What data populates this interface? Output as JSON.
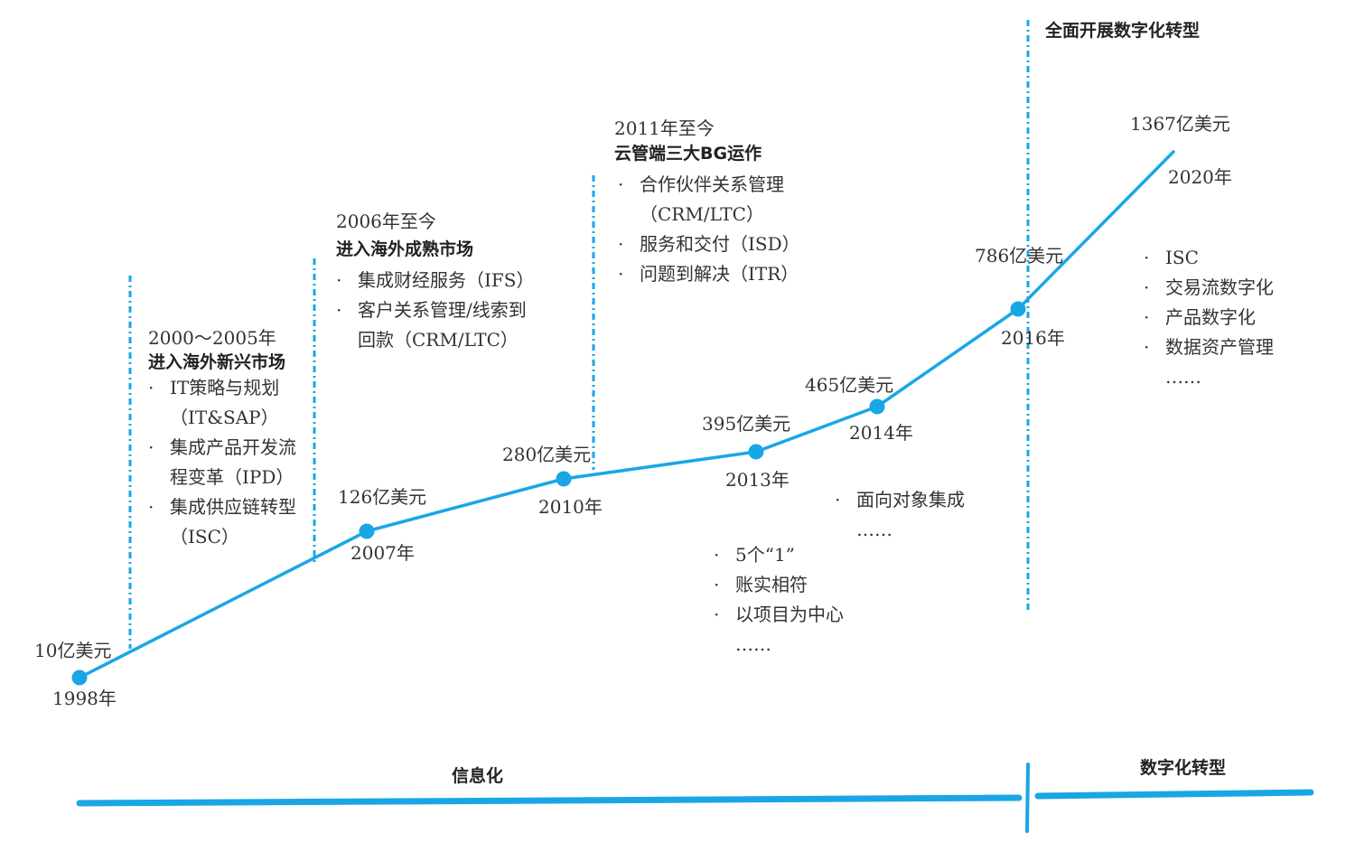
{
  "colors": {
    "accent": "#1aa6e6",
    "text": "#333333"
  },
  "chart_data": {
    "type": "line",
    "points": [
      {
        "year": "1998年",
        "value": 10,
        "value_label": "10亿美元"
      },
      {
        "year": "2007年",
        "value": 126,
        "value_label": "126亿美元"
      },
      {
        "year": "2010年",
        "value": 280,
        "value_label": "280亿美元"
      },
      {
        "year": "2013年",
        "value": 395,
        "value_label": "395亿美元"
      },
      {
        "year": "2014年",
        "value": 465,
        "value_label": "465亿美元"
      },
      {
        "year": "2016年",
        "value": 786,
        "value_label": "786亿美元"
      },
      {
        "year": "2020年",
        "value": 1367,
        "value_label": "1367亿美元"
      }
    ],
    "stages": [
      {
        "period": "2000～2005年",
        "title": "进入海外新兴市场",
        "items": [
          [
            "IT策略与规划",
            "（IT&SAP）"
          ],
          [
            "集成产品开发流",
            "程变革（IPD）"
          ],
          [
            "集成供应链转型",
            "（ISC）"
          ]
        ]
      },
      {
        "period": "2006年至今",
        "title": "进入海外成熟市场",
        "items": [
          [
            "集成财经服务（IFS）"
          ],
          [
            "客户关系管理/线索到",
            "回款（CRM/LTC）"
          ]
        ]
      },
      {
        "period": "2011年至今",
        "title": "云管端三大BG运作",
        "items": [
          [
            "合作伙伴关系管理",
            "（CRM/LTC）"
          ],
          [
            "服务和交付（ISD）"
          ],
          [
            "问题到解决（ITR）"
          ]
        ]
      },
      {
        "period": "",
        "title": "全面开展数字化转型",
        "items": []
      }
    ],
    "notes_2013": {
      "items": [
        "5个“1”",
        "账实相符",
        "以项目为中心"
      ],
      "more": "……"
    },
    "notes_2014": {
      "items": [
        "面向对象集成"
      ],
      "more": "……"
    },
    "notes_2020": {
      "items": [
        "ISC",
        "交易流数字化",
        "产品数字化",
        "数据资产管理"
      ],
      "more": "……"
    },
    "phases": [
      {
        "name": "信息化"
      },
      {
        "name": "数字化转型"
      }
    ]
  }
}
